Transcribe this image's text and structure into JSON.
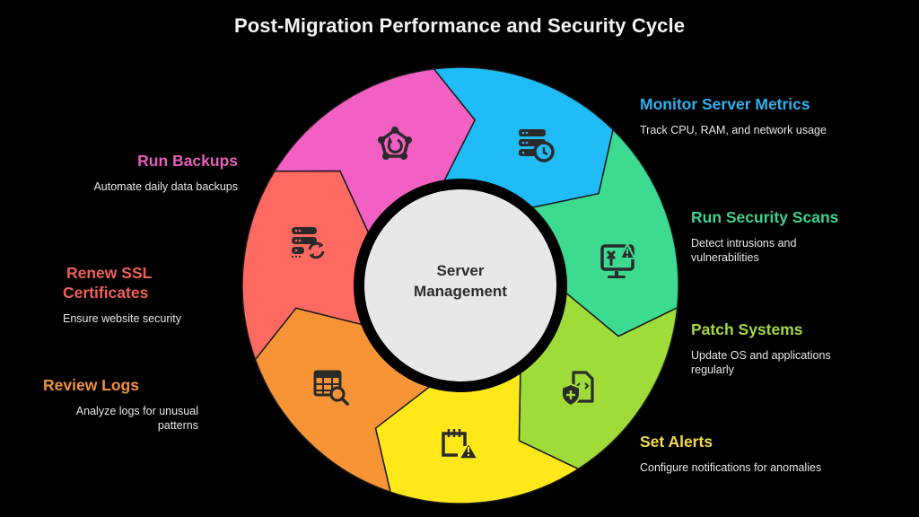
{
  "title": "Post-Migration Performance and Security Cycle",
  "center": {
    "line1": "Server",
    "line2": "Management",
    "color": "#e8e8e8"
  },
  "steps": [
    {
      "id": "monitor",
      "title": "Monitor Server Metrics",
      "description": "Track CPU, RAM, and network usage",
      "color": "#1fbcf7",
      "text_color": "#2fb1ee",
      "icon": "server-clock-icon"
    },
    {
      "id": "scans",
      "title": "Run Security Scans",
      "description_lines": [
        "Detect intrusions and",
        "vulnerabilities"
      ],
      "color": "#3ddb91",
      "text_color": "#3ed38f",
      "icon": "monitor-bug-warning-icon"
    },
    {
      "id": "patch",
      "title": "Patch Systems",
      "description_lines": [
        "Update OS and applications",
        "regularly"
      ],
      "color": "#9fdc3a",
      "text_color": "#a3d742",
      "icon": "shield-code-file-icon"
    },
    {
      "id": "alerts",
      "title": "Set Alerts",
      "description": "Configure notifications for anomalies",
      "color": "#ffe81a",
      "text_color": "#f3dc4a",
      "icon": "calendar-warning-icon"
    },
    {
      "id": "logs",
      "title": "Review Logs",
      "description_lines": [
        "Analyze logs for unusual",
        "patterns"
      ],
      "color": "#f79536",
      "text_color": "#f0923d",
      "icon": "table-search-icon"
    },
    {
      "id": "ssl",
      "title_lines": [
        "Renew SSL",
        "Certificates"
      ],
      "description": "Ensure website security",
      "color": "#fe6a62",
      "text_color": "#f0605b",
      "icon": "server-refresh-icon"
    },
    {
      "id": "backups",
      "title": "Run Backups",
      "description": "Automate daily data backups",
      "color": "#f160c2",
      "text_color": "#e65eb9",
      "icon": "backup-cycle-icon"
    }
  ]
}
